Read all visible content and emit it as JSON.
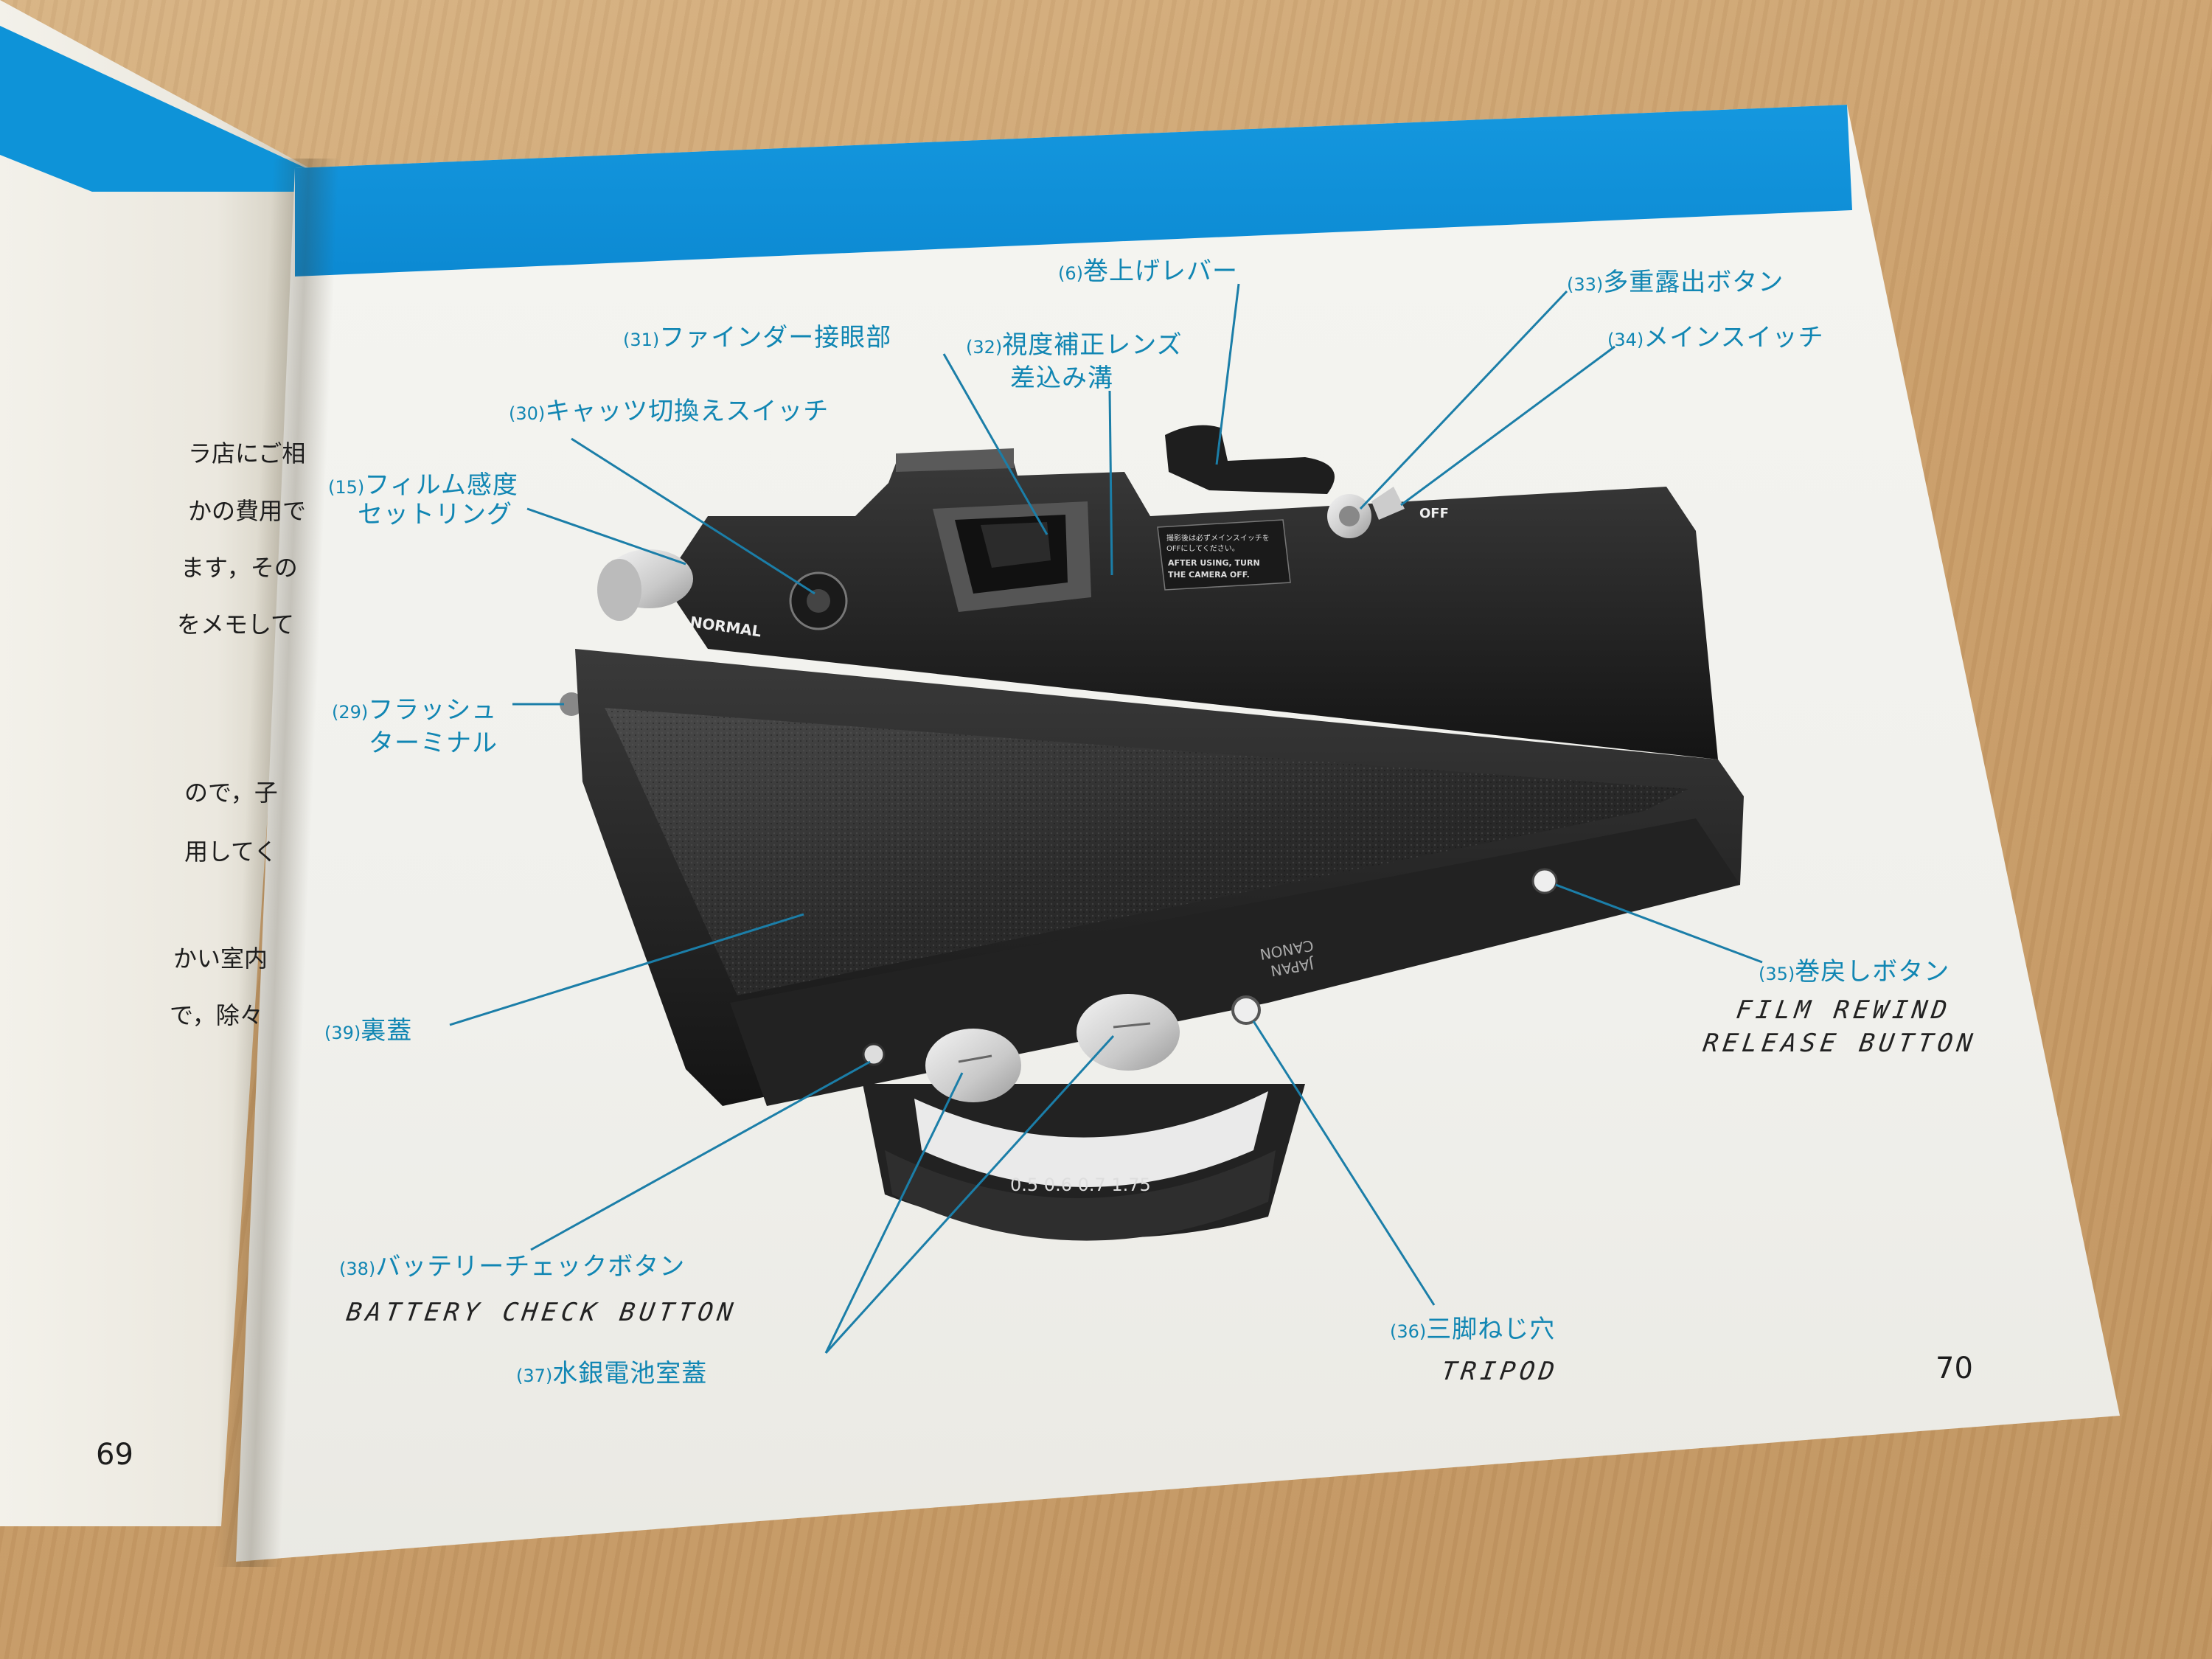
{
  "left_page": {
    "lines": [
      "ラ店にご相",
      "かの費用で",
      "ます，その",
      "をメモして",
      "ので，子",
      "用してく",
      "かい室内",
      "で，除々"
    ],
    "page_number": "69"
  },
  "right_page": {
    "page_number": "70",
    "labels": {
      "l6": {
        "num": "(6)",
        "text": "巻上げレバー"
      },
      "l31": {
        "num": "(31)",
        "text": "ファインダー接眼部"
      },
      "l32": {
        "num": "(32)",
        "text": "視度補正レンズ",
        "text2": "差込み溝"
      },
      "l33": {
        "num": "(33)",
        "text": "多重露出ボタン"
      },
      "l34": {
        "num": "(34)",
        "text": "メインスイッチ"
      },
      "l30": {
        "num": "(30)",
        "text": "キャッツ切換えスイッチ"
      },
      "l15": {
        "num": "(15)",
        "text": "フィルム感度",
        "text2": "セットリング"
      },
      "l29": {
        "num": "(29)",
        "text": "フラッシュ",
        "text2": "ターミナル"
      },
      "l39": {
        "num": "(39)",
        "text": "裏蓋"
      },
      "l35": {
        "num": "(35)",
        "text": "巻戻しボタン"
      },
      "l38": {
        "num": "(38)",
        "text": "バッテリーチェックボタン"
      },
      "l36": {
        "num": "(36)",
        "text": "三脚ねじ穴"
      },
      "l37": {
        "num": "(37)",
        "text": "水銀電池室蓋"
      }
    },
    "handwriting": {
      "film_rewind_1": "FILM REWIND",
      "film_rewind_2": "RELEASE BUTTON",
      "battery_check": "BATTERY CHECK BUTTON",
      "tripod": "TRIPOD"
    }
  },
  "camera": {
    "dial_label": "NORMAL",
    "switch_label": "OFF",
    "sticker_jp": "撮影後は必ずメインスイッチを",
    "sticker_jp2": "OFFにしてください。",
    "sticker_en1": "AFTER USING, TURN",
    "sticker_en2": "THE CAMERA OFF.",
    "brand_1": "CANON",
    "brand_2": "JAPAN",
    "lens_scale": "0.5  0.6  0.7  1.75"
  },
  "colors": {
    "band": "#0e93d8",
    "label": "#1186b3",
    "leader": "#1b7ea8"
  }
}
